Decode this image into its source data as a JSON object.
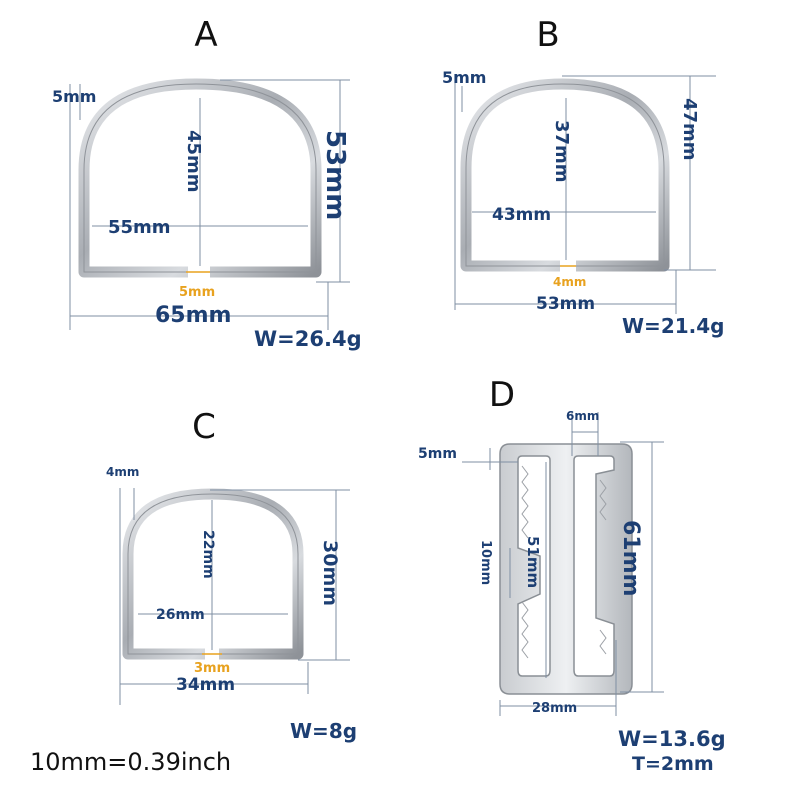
{
  "panels": {
    "a": {
      "letter": "A",
      "thickness": "5mm",
      "inner_height": "45mm",
      "outer_height": "53mm",
      "inner_width": "55mm",
      "gap": "5mm",
      "outer_width": "65mm",
      "weight": "W=26.4g"
    },
    "b": {
      "letter": "B",
      "thickness": "5mm",
      "inner_height": "37mm",
      "outer_height": "47mm",
      "inner_width": "43mm",
      "gap": "4mm",
      "outer_width": "53mm",
      "weight": "W=21.4g"
    },
    "c": {
      "letter": "C",
      "thickness": "4mm",
      "inner_height": "22mm",
      "outer_height": "30mm",
      "inner_width": "26mm",
      "gap": "3mm",
      "outer_width": "34mm",
      "weight": "W=8g"
    },
    "d": {
      "letter": "D",
      "slot_width": "6mm",
      "edge": "5mm",
      "inner_height": "51mm",
      "gap": "10mm",
      "outer_height": "61mm",
      "width": "28mm",
      "weight": "W=13.6g",
      "thickness": "T=2mm"
    }
  },
  "conversion_note": "10mm=0.39inch",
  "colors": {
    "label": "#1d3f73",
    "accent": "#e8a21f",
    "metal": "#b8bcc2"
  }
}
